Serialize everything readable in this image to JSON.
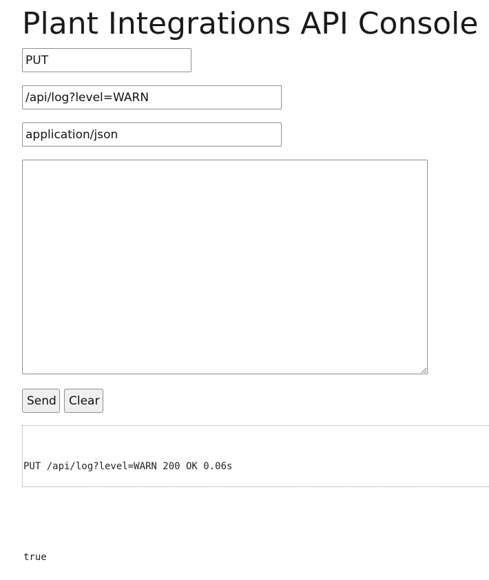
{
  "page": {
    "title": "Plant Integrations API Console"
  },
  "form": {
    "method_value": "PUT",
    "url_value": "/api/log?level=WARN",
    "content_type_value": "application/json",
    "body_value": ""
  },
  "buttons": {
    "send_label": "Send",
    "clear_label": "Clear"
  },
  "output": {
    "status_line": "PUT /api/log?level=WARN 200 OK 0.06s",
    "response_body": "true"
  }
}
